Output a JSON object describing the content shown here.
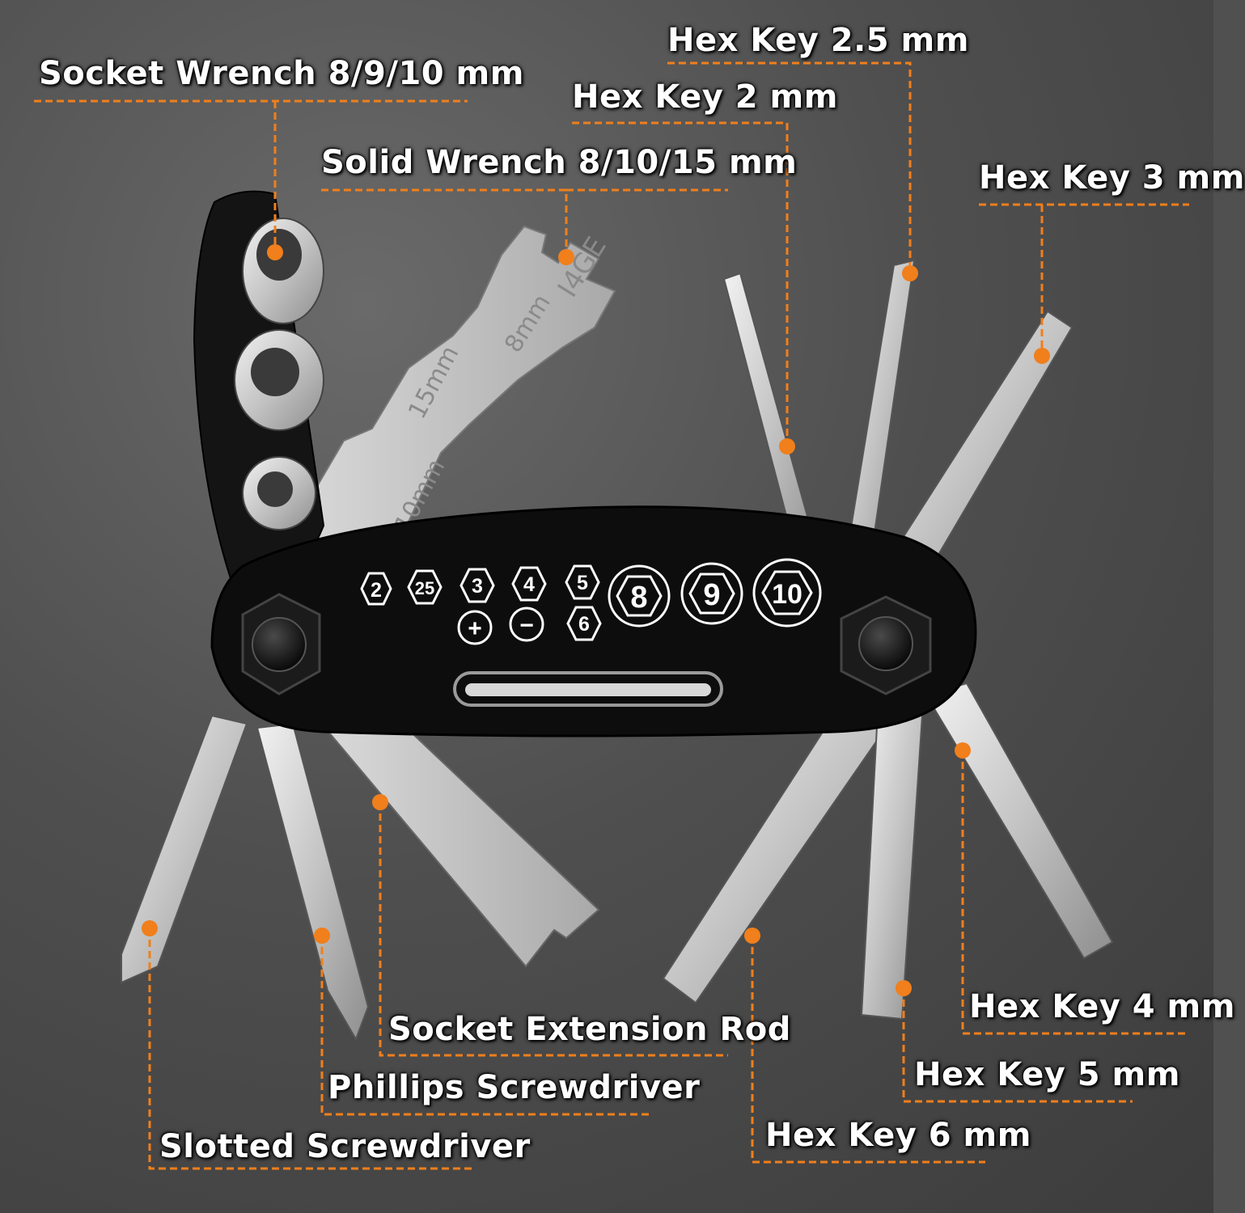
{
  "accent_color": "#F07F1C",
  "body_color": "#111111",
  "metal_color": "#CFCFCF",
  "callouts": {
    "socket_wrench": "Socket Wrench 8/9/10 mm",
    "solid_wrench": "Solid Wrench 8/10/15 mm",
    "hex_key_2_5": "Hex Key 2.5 mm",
    "hex_key_2": "Hex Key 2 mm",
    "hex_key_3": "Hex Key 3 mm",
    "hex_key_4": "Hex Key 4 mm",
    "hex_key_5": "Hex Key 5 mm",
    "hex_key_6": "Hex Key 6 mm",
    "socket_extension_rod": "Socket Extension Rod",
    "phillips_screwdriver": "Phillips Screwdriver",
    "slotted_screwdriver": "Slotted Screwdriver"
  },
  "wrench_engravings": {
    "model_code": "I4GE",
    "size_8": "8mm",
    "size_15": "15mm",
    "size_10": "10mm"
  },
  "size_markings": {
    "hex_row": [
      "2",
      "25",
      "3",
      "4",
      "5"
    ],
    "socket_row": [
      "8",
      "9",
      "10"
    ],
    "phillips_symbol": "+",
    "slotted_symbol": "−",
    "hex_6": "6"
  }
}
